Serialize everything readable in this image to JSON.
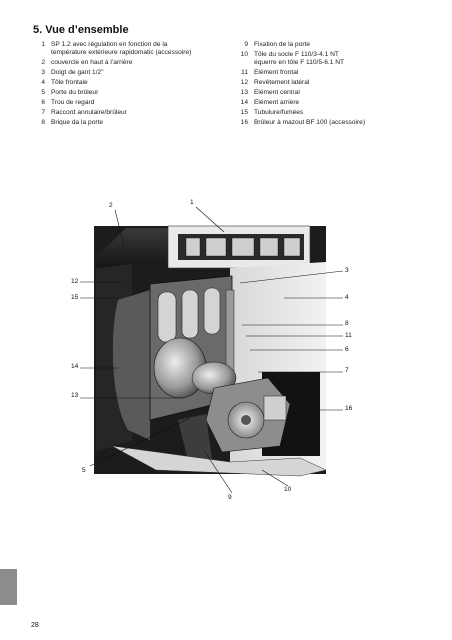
{
  "heading": "5. Vue d’ensemble",
  "legend_left": [
    {
      "num": "1",
      "text": "SP 1.2 avec régulation en fonction de la",
      "text2": "température extérieure rapidomatic (accessoire)"
    },
    {
      "num": "2",
      "text": "couvercle en haut à l’arrière",
      "text2": ""
    },
    {
      "num": "3",
      "text": "Doigt de gant 1/2\"",
      "text2": ""
    },
    {
      "num": "4",
      "text": "Tôle frontale",
      "text2": ""
    },
    {
      "num": "5",
      "text": "Porte du brûleur",
      "text2": ""
    },
    {
      "num": "6",
      "text": "Trou de regard",
      "text2": ""
    },
    {
      "num": "7",
      "text": "Raccord annulaire/brûleur",
      "text2": ""
    },
    {
      "num": "8",
      "text": "Brique da la porte",
      "text2": ""
    }
  ],
  "legend_right": [
    {
      "num": "9",
      "text": "Fixation de la porte",
      "text2": ""
    },
    {
      "num": "10",
      "text": "Tôle du socle F 110/3-4.1 NT",
      "text2": "équerre en tôle F 110/5-6.1 NT"
    },
    {
      "num": "11",
      "text": "Elément frontal",
      "text2": ""
    },
    {
      "num": "12",
      "text": "Revêtement latéral",
      "text2": ""
    },
    {
      "num": "13",
      "text": "Elément central",
      "text2": ""
    },
    {
      "num": "14",
      "text": "Elément arrière",
      "text2": ""
    },
    {
      "num": "15",
      "text": "Tubulure/fumées",
      "text2": ""
    },
    {
      "num": "16",
      "text": "Brûleur à mazout BF 100 (accessoire)",
      "text2": ""
    }
  ],
  "callouts": {
    "c1": "1",
    "c2": "2",
    "c3": "3",
    "c4": "4",
    "c5": "5",
    "c6": "6",
    "c7": "7",
    "c8": "8",
    "c9": "9",
    "c10": "10",
    "c11": "11",
    "c12": "12",
    "c13": "13",
    "c14": "14",
    "c15": "15",
    "c16": "16"
  },
  "page_number": "28",
  "colors": {
    "tab": "#8c8c8c",
    "boiler_dark": "#1a1a1a",
    "panel_light": "#e6e6e6"
  }
}
